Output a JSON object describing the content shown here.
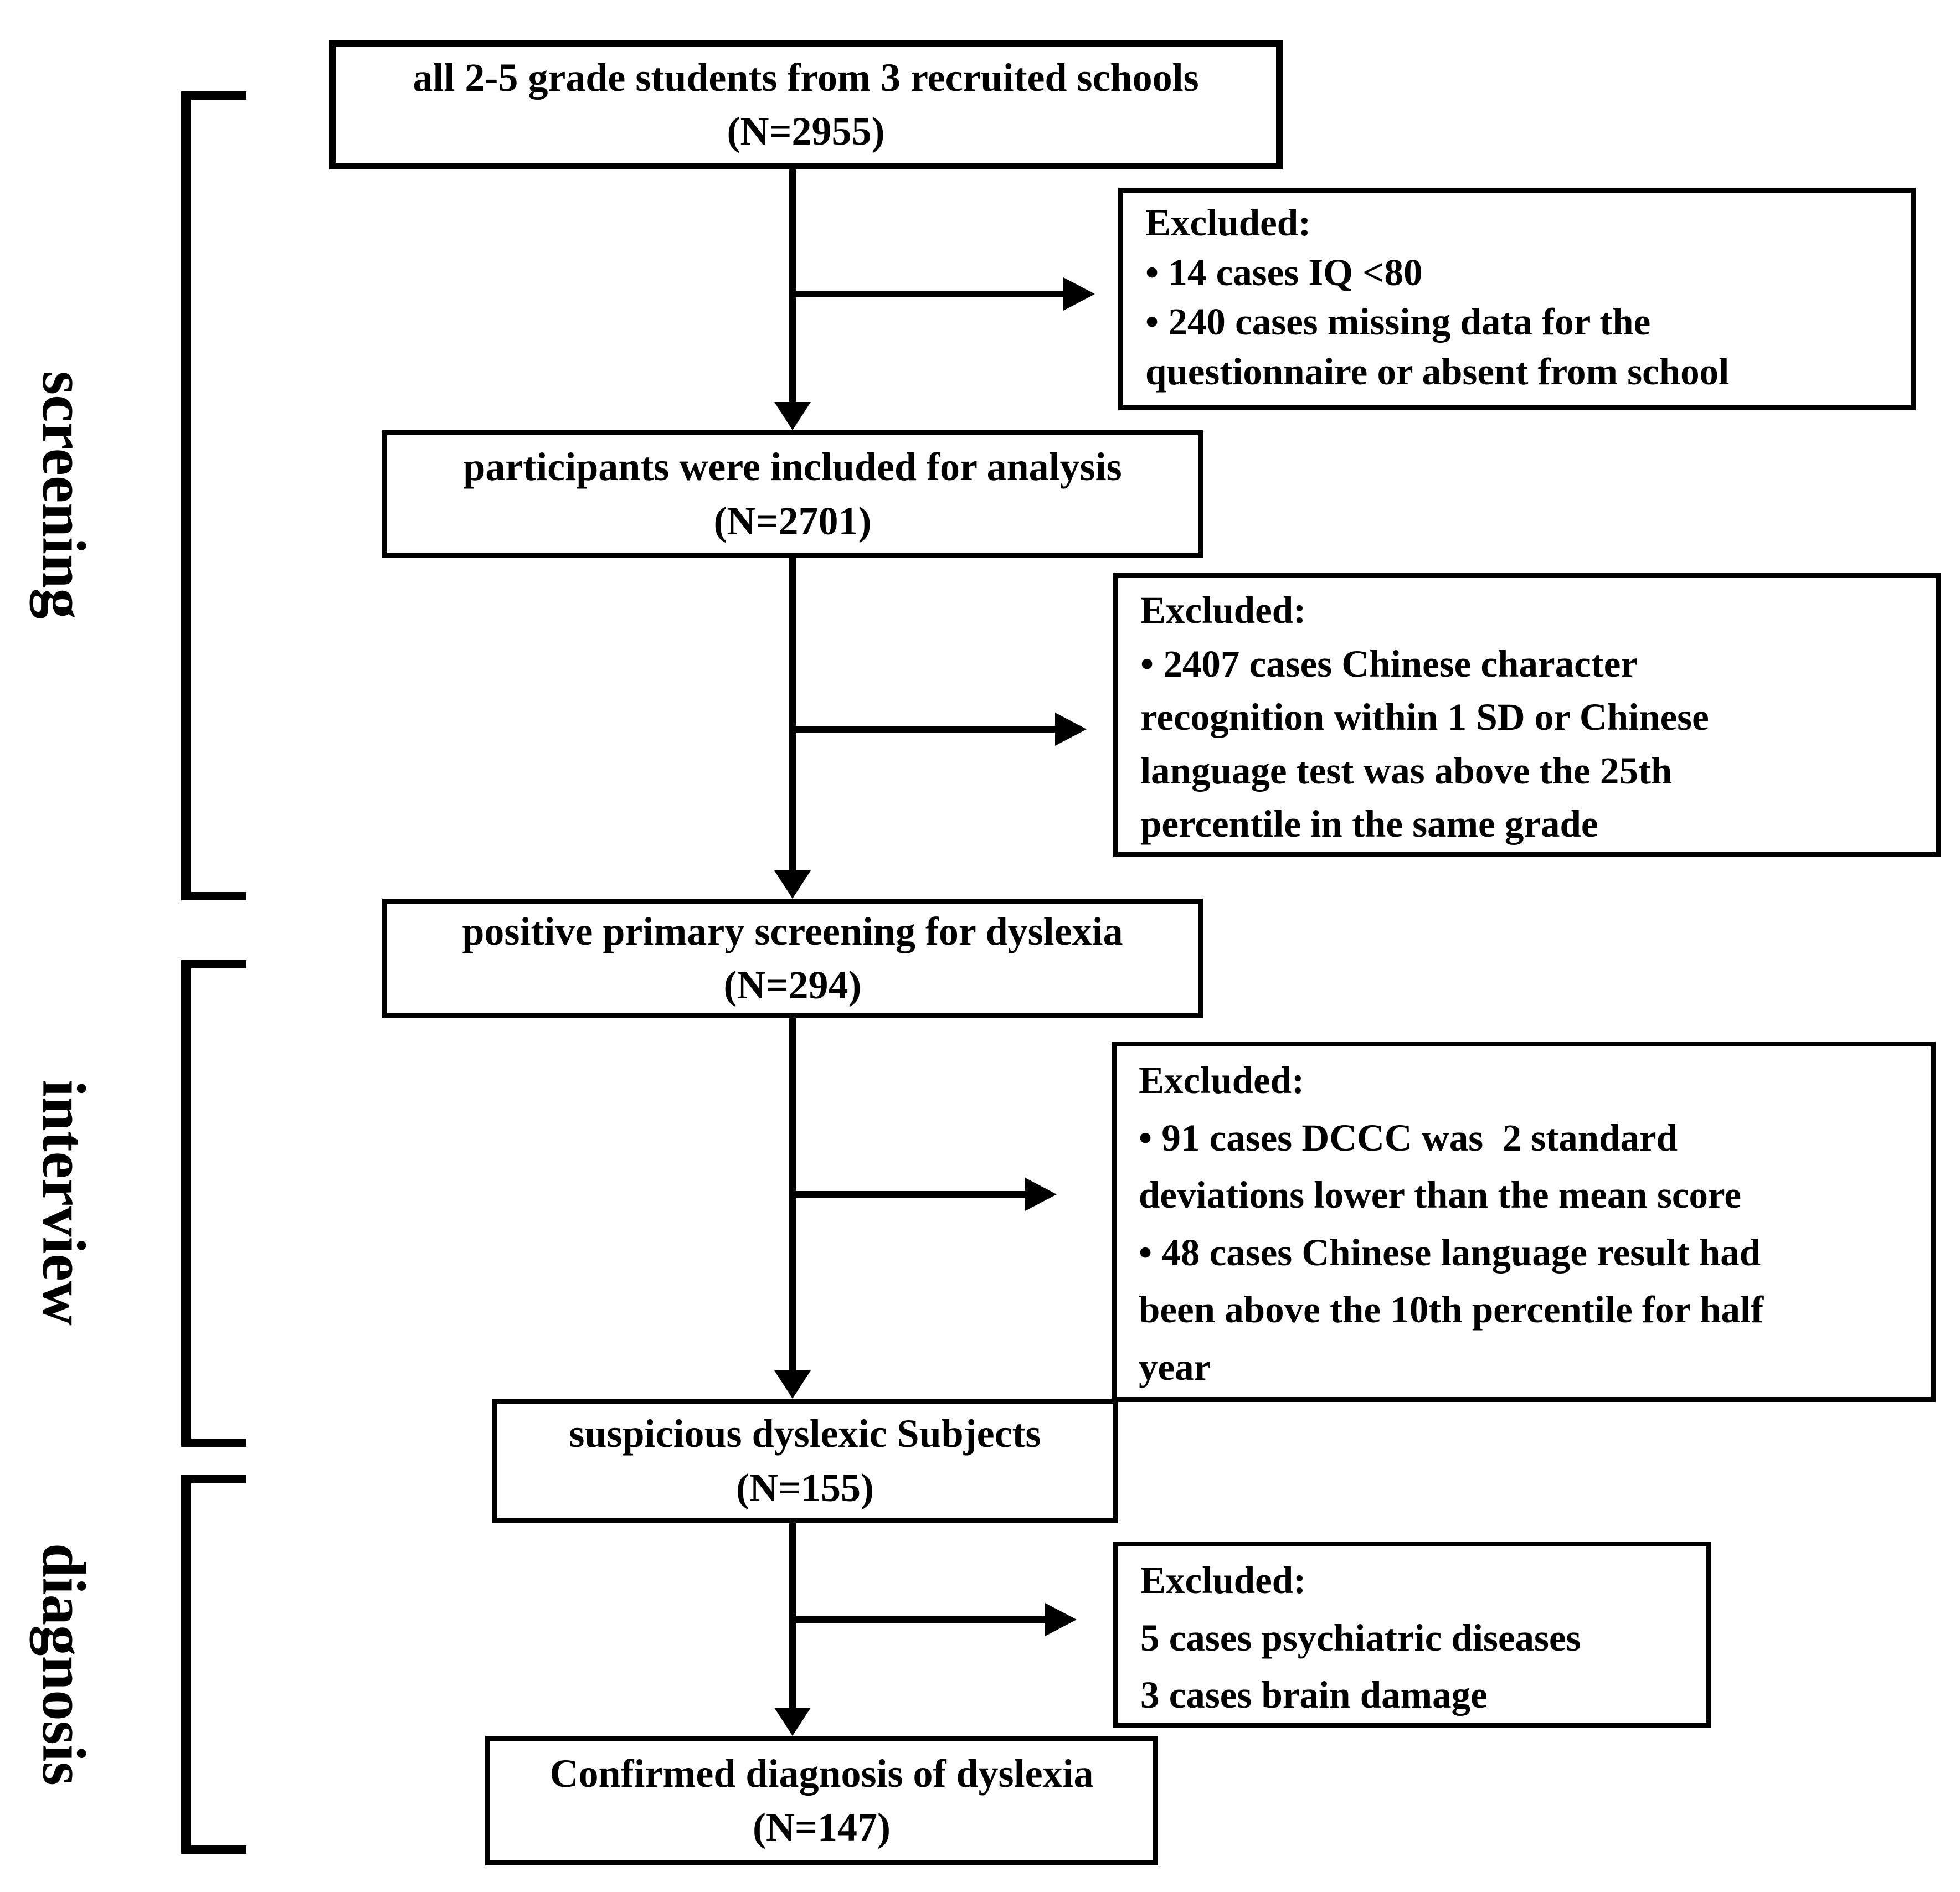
{
  "figure": {
    "stage_labels": {
      "screening": "screening",
      "interview": "interview",
      "diagnosis": "diagnosis"
    },
    "flow": {
      "box1": {
        "line1": "all 2-5 grade students from 3 recruited schools",
        "line2": "(N=2955)"
      },
      "box2": {
        "line1": "participants were included for analysis",
        "line2": "(N=2701)"
      },
      "box3": {
        "line1": "positive primary screening for dyslexia",
        "line2": "(N=294)"
      },
      "box4": {
        "line1": "suspicious dyslexic Subjects",
        "line2": "(N=155)"
      },
      "box5": {
        "line1": "Confirmed diagnosis of dyslexia",
        "line2": "(N=147)"
      }
    },
    "excluded": {
      "box1": {
        "lines": [
          "Excluded:",
          "• 14 cases IQ <80",
          "• 240 cases missing data for the",
          "questionnaire or absent from school"
        ]
      },
      "box2": {
        "lines": [
          "Excluded:",
          "• 2407 cases Chinese character",
          "recognition within 1 SD or Chinese",
          "language test was above the 25th",
          "percentile in the same grade"
        ]
      },
      "box3": {
        "lines": [
          "Excluded:",
          "• 91 cases DCCC was  2 standard",
          "deviations lower than the mean score",
          "• 48 cases Chinese language result had",
          "been above the 10th percentile for half",
          "year"
        ]
      },
      "box4": {
        "lines": [
          "Excluded:",
          "5 cases psychiatric diseases",
          "3 cases brain damage"
        ]
      }
    },
    "colors": {
      "line": "#000000",
      "background": "#ffffff"
    }
  }
}
